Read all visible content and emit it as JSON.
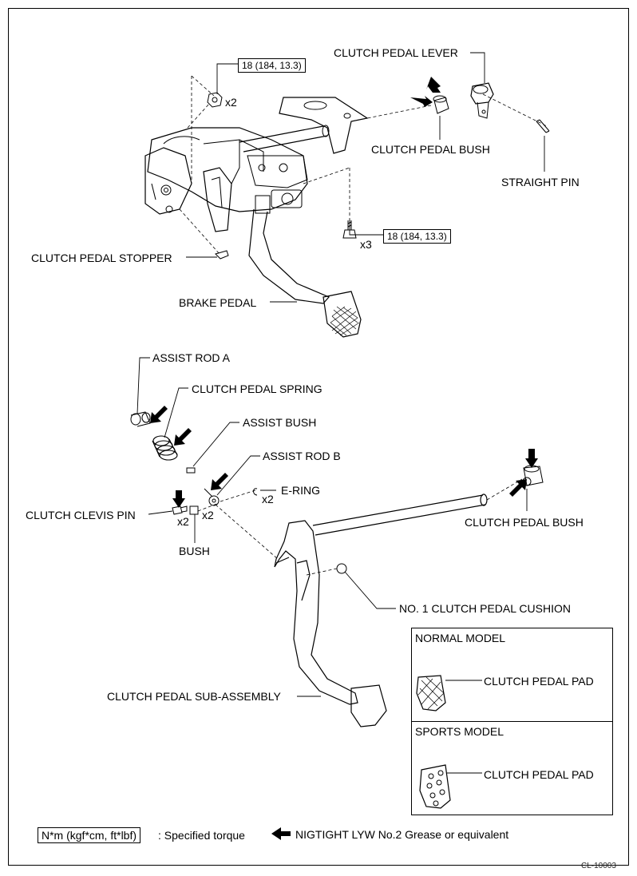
{
  "torque_specs": {
    "upper_nut": "18 (184, 13.3)",
    "bracket_bolt": "18 (184, 13.3)"
  },
  "quantities": {
    "nut": "x2",
    "bolt": "x3",
    "e_ring": "x2",
    "clevis_pin": "x2",
    "bush": "x2"
  },
  "labels": {
    "clutch_pedal_lever": "CLUTCH PEDAL LEVER",
    "clutch_pedal_bush_top": "CLUTCH PEDAL BUSH",
    "straight_pin": "STRAIGHT PIN",
    "clutch_pedal_stopper": "CLUTCH PEDAL STOPPER",
    "brake_pedal": "BRAKE PEDAL",
    "assist_rod_a": "ASSIST ROD A",
    "clutch_pedal_spring": "CLUTCH PEDAL SPRING",
    "assist_bush": "ASSIST BUSH",
    "assist_rod_b": "ASSIST ROD B",
    "e_ring": "E-RING",
    "clutch_clevis_pin": "CLUTCH CLEVIS PIN",
    "bush": "BUSH",
    "clutch_pedal_bush_bottom": "CLUTCH PEDAL BUSH",
    "no1_clutch_pedal_cushion": "NO. 1 CLUTCH PEDAL CUSHION",
    "clutch_pedal_sub_assembly": "CLUTCH PEDAL SUB-ASSEMBLY"
  },
  "model_box": {
    "normal_title": "NORMAL MODEL",
    "normal_pad": "CLUTCH PEDAL PAD",
    "sports_title": "SPORTS MODEL",
    "sports_pad": "CLUTCH PEDAL PAD"
  },
  "legend": {
    "torque_key": "N*m (kgf*cm, ft*lbf)",
    "torque_text": ": Specified torque",
    "grease_text": "NIGTIGHT LYW No.2  Grease or equivalent"
  },
  "figure_code": "CL-10003"
}
